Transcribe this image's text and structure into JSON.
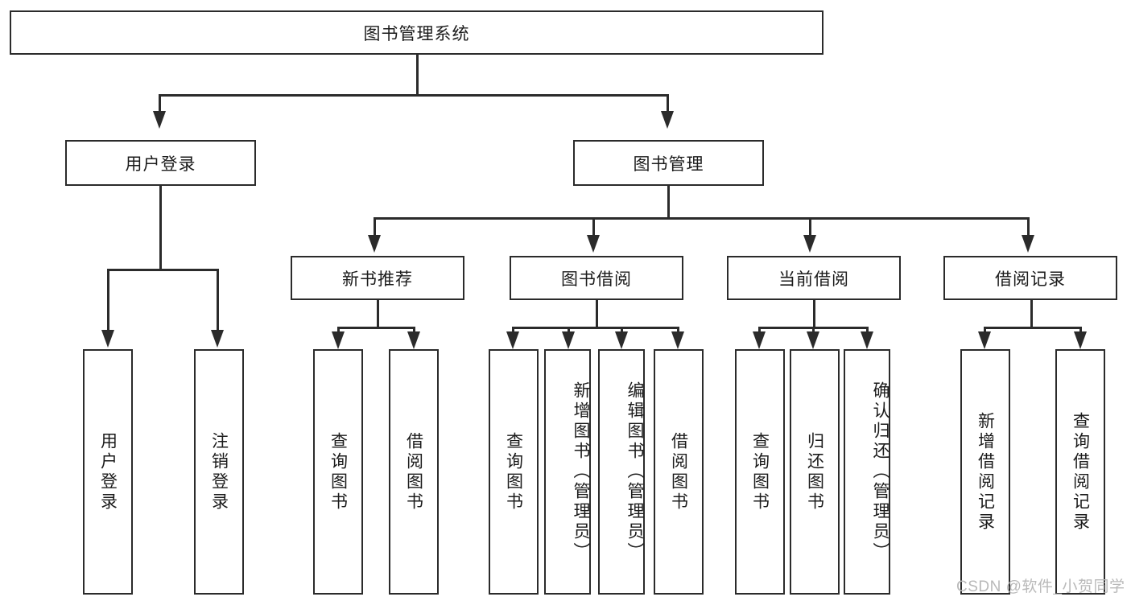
{
  "diagram": {
    "type": "tree-hierarchy",
    "title": "图书管理系统",
    "root": {
      "label": "图书管理系统"
    },
    "level1": [
      {
        "label": "用户登录"
      },
      {
        "label": "图书管理"
      }
    ],
    "level2": [
      {
        "label": "新书推荐"
      },
      {
        "label": "图书借阅"
      },
      {
        "label": "当前借阅"
      },
      {
        "label": "借阅记录"
      }
    ],
    "leaves": {
      "user_login": [
        {
          "label": "用户登录"
        },
        {
          "label": "注销登录"
        }
      ],
      "new_book_recommend": [
        {
          "label": "查询图书"
        },
        {
          "label": "借阅图书"
        }
      ],
      "book_borrow": [
        {
          "label": "查询图书"
        },
        {
          "label": "新增图书（管理员）"
        },
        {
          "label": "编辑图书（管理员）"
        },
        {
          "label": "借阅图书"
        }
      ],
      "current_borrow": [
        {
          "label": "查询图书"
        },
        {
          "label": "归还图书"
        },
        {
          "label": "确认归还（管理员）"
        }
      ],
      "borrow_record": [
        {
          "label": "新增借阅记录"
        },
        {
          "label": "查询借阅记录"
        }
      ]
    }
  },
  "watermark": {
    "text": "CSDN @软件_小贺同学"
  },
  "colors": {
    "stroke": "#2b2b2b",
    "fill": "#ffffff",
    "text": "#1b1b1b",
    "watermark": "#b9b9b9"
  }
}
